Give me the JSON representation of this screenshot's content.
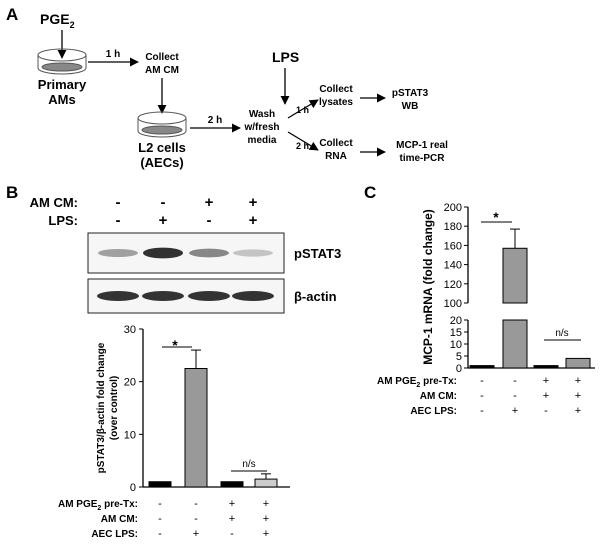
{
  "panel_a": {
    "letter": "A",
    "pge2_main": "PGE",
    "pge2_sub": "2",
    "primary": "Primary",
    "ams": "AMs",
    "t1h_a": "1 h",
    "collect_amcm_1": "Collect",
    "collect_amcm_2": "AM CM",
    "l2_1": "L2 cells",
    "l2_2": "(AECs)",
    "t2h_a": "2 h",
    "wash_1": "Wash",
    "wash_2": "w/fresh",
    "wash_3": "media",
    "lps": "LPS",
    "t1h_b": "1 h",
    "t2h_b": "2 h",
    "collect_lys_1": "Collect",
    "collect_lys_2": "lysates",
    "collect_rna_1": "Collect",
    "collect_rna_2": "RNA",
    "pstat_wb_1": "pSTAT3",
    "pstat_wb_2": "WB",
    "mcp_1": "MCP-1 real",
    "mcp_2": "time-PCR"
  },
  "panel_b": {
    "letter": "B",
    "blot_header": {
      "amcm_label": "AM CM:",
      "lps_label": "LPS:",
      "amcm_signs": [
        "-",
        "-",
        "+",
        "+"
      ],
      "lps_signs": [
        "-",
        "+",
        "-",
        "+"
      ]
    },
    "blot_labels": {
      "pstat3": "pSTAT3",
      "actin": "β-actin"
    },
    "band_intensity": {
      "pstat3": [
        0.35,
        0.8,
        0.45,
        0.2
      ],
      "actin": [
        0.85,
        0.85,
        0.85,
        0.85
      ]
    },
    "sig_star": "*",
    "ns": "n/s",
    "conditions": {
      "row_labels": [
        "AM PGE",
        "AM CM:",
        "AEC LPS:"
      ],
      "pge_sub": "2",
      "pge_suffix": " pre-Tx:",
      "signs": [
        [
          "-",
          "-",
          "+",
          "+"
        ],
        [
          "-",
          "-",
          "+",
          "+"
        ],
        [
          "-",
          "+",
          "-",
          "+"
        ]
      ]
    }
  },
  "panel_c": {
    "letter": "C",
    "sig_star": "*",
    "ns": "n/s",
    "conditions": {
      "row_labels": [
        "AM PGE",
        "AM CM:",
        "AEC LPS:"
      ],
      "pge_sub": "2",
      "pge_suffix": " pre-Tx:",
      "signs": [
        [
          "-",
          "-",
          "+",
          "+"
        ],
        [
          "-",
          "-",
          "+",
          "+"
        ],
        [
          "-",
          "+",
          "-",
          "+"
        ]
      ]
    }
  },
  "chart_data": [
    {
      "type": "bar",
      "panel": "B",
      "ylabel_lines": [
        "pSTAT3/β-actin fold change",
        "(over control)"
      ],
      "categories": [
        "1",
        "2",
        "3",
        "4"
      ],
      "values": [
        1,
        22.5,
        1,
        1.5
      ],
      "errors": [
        0,
        3.5,
        0,
        1.0
      ],
      "colors": [
        "#000000",
        "#999999",
        "#000000",
        "#cccccc"
      ],
      "ylim": [
        0,
        30
      ],
      "yticks": [
        0,
        10,
        20,
        30
      ]
    },
    {
      "type": "bar",
      "panel": "C",
      "ylabel": "MCP-1 mRNA (fold change)",
      "axis_break": true,
      "categories": [
        "1",
        "2",
        "3",
        "4"
      ],
      "values": [
        1,
        157,
        1,
        4
      ],
      "errors": [
        0,
        20,
        0,
        0
      ],
      "colors": [
        "#000000",
        "#999999",
        "#000000",
        "#999999"
      ],
      "ylim": [
        0,
        200
      ],
      "yticks_lower": [
        0,
        5,
        10,
        15,
        20
      ],
      "yticks_upper": [
        100,
        120,
        140,
        160,
        180,
        200
      ]
    }
  ]
}
